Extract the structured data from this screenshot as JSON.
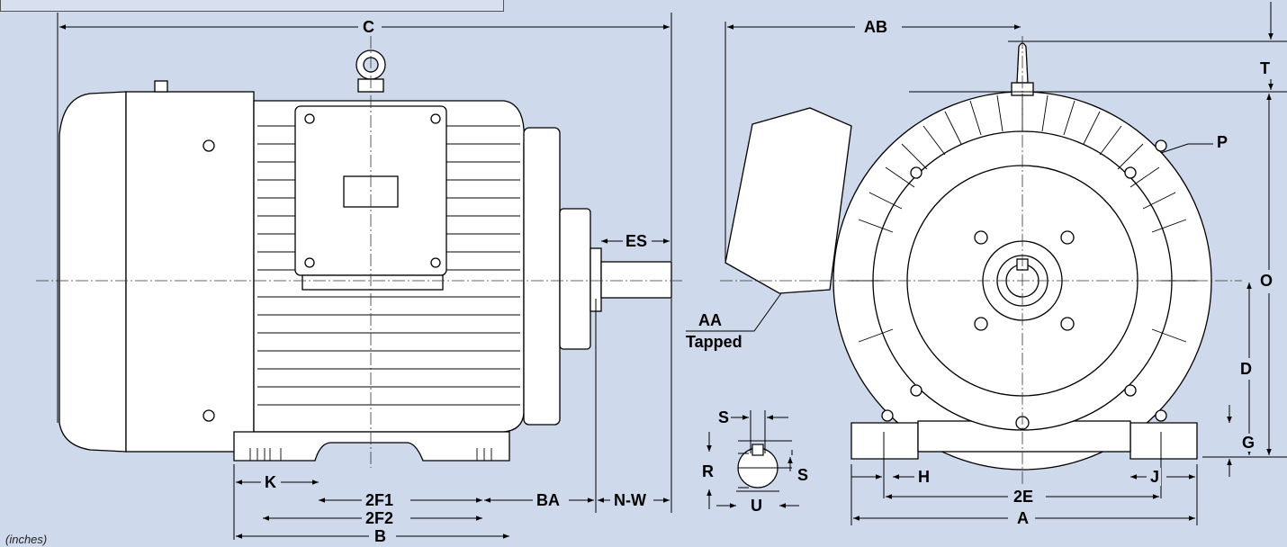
{
  "unit_note": "(inches)",
  "labels": {
    "C": "C",
    "ES": "ES",
    "AA": "AA",
    "Tapped": "Tapped",
    "AB": "AB",
    "T": "T",
    "P": "P",
    "O": "O",
    "D": "D",
    "G": "G",
    "K": "K",
    "2F1": "2F1",
    "2F2": "2F2",
    "B": "B",
    "BA": "BA",
    "N-W": "N-W",
    "S": "S",
    "R": "R",
    "U": "U",
    "H": "H",
    "J": "J",
    "2E": "2E",
    "A": "A"
  },
  "colors": {
    "background": "#cfd9ec",
    "motor_fill": "#ffffff",
    "line": "#000000"
  }
}
